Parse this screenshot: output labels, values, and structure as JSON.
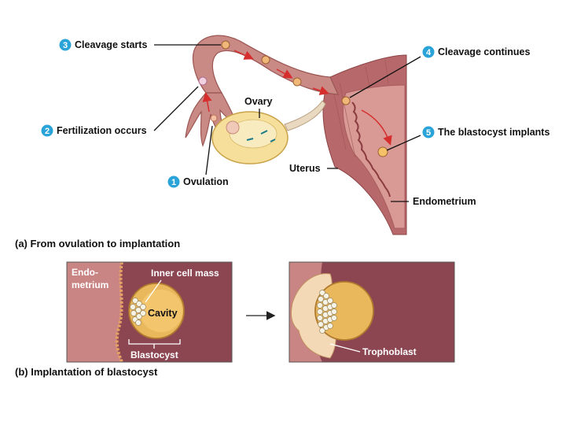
{
  "colors": {
    "tube": "#c98a86",
    "tube_dark": "#9b5552",
    "uterus_wall": "#b7686a",
    "uterus_cavity": "#e6b9b0",
    "endometrium_panel": "#8c4652",
    "endometrium_light": "#c98584",
    "ovary": "#f5df9a",
    "blastocyst": "#eab85c",
    "step_badge": "#2aa3d8",
    "arrow_red": "#d62d2d"
  },
  "steps": [
    {
      "number": "1",
      "label": "Ovulation"
    },
    {
      "number": "2",
      "label": "Fertilization occurs"
    },
    {
      "number": "3",
      "label": "Cleavage starts"
    },
    {
      "number": "4",
      "label": "Cleavage continues"
    },
    {
      "number": "5",
      "label": "The blastocyst implants"
    }
  ],
  "structures": {
    "ovary": "Ovary",
    "uterus": "Uterus",
    "endometrium": "Endometrium"
  },
  "captions": {
    "part_a": "(a) From ovulation to implantation",
    "part_b": "(b) Implantation of blastocyst"
  },
  "panel_left": {
    "endometrium_line1": "Endo-",
    "endometrium_line2": "metrium",
    "inner_cell_mass": "Inner cell mass",
    "cavity": "Cavity",
    "blastocyst": "Blastocyst"
  },
  "panel_right": {
    "trophoblast": "Trophoblast"
  }
}
